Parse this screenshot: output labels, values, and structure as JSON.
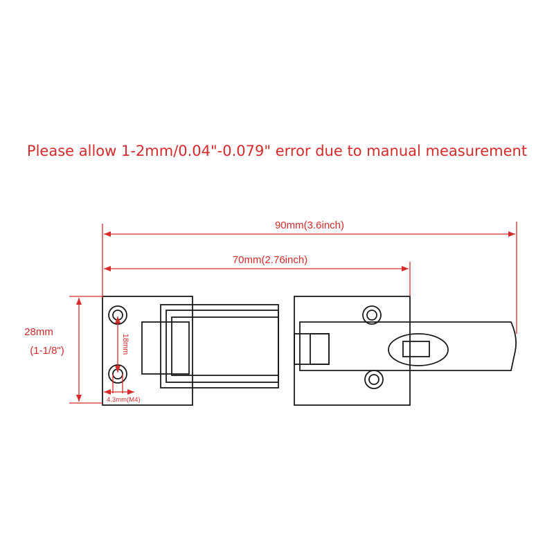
{
  "notice": "Please allow 1-2mm/0.04\"-0.079\" error due to manual measurement",
  "dimensions": {
    "overall_length": "90mm(3.6inch)",
    "hole_span_length": "70mm(2.76inch)",
    "height_mm": "28mm",
    "height_inch": "(1-1/8\")",
    "hole_spacing": "18mm",
    "hole_diameter": "4.3mm(M4)"
  },
  "colors": {
    "dimension": "#d42a2a",
    "outline": "#1a1a1a"
  }
}
